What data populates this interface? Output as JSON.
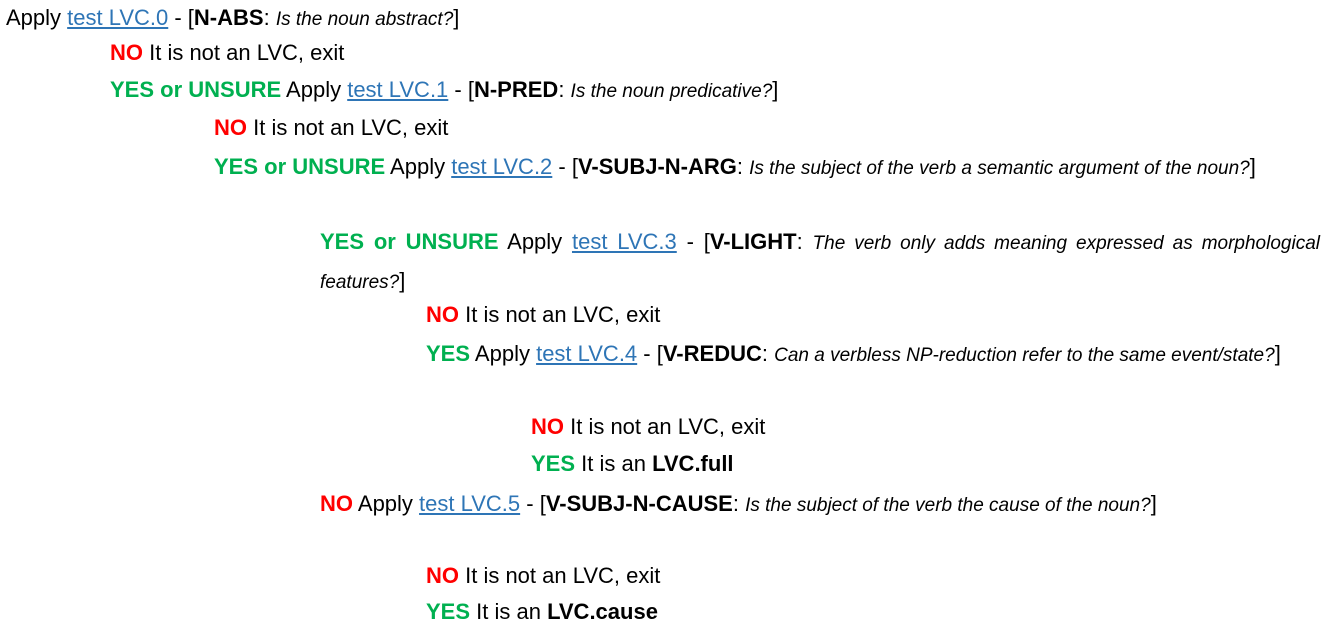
{
  "lines": [
    {
      "id": "l0",
      "parts": [
        {
          "t": "Apply ",
          "c": "plain"
        },
        {
          "t": "test LVC.0",
          "c": "link"
        },
        {
          "t": " - [",
          "c": "plain"
        },
        {
          "t": "N-ABS",
          "c": "b"
        },
        {
          "t": ": ",
          "c": "plain"
        },
        {
          "t": "Is the noun abstract?",
          "c": "q"
        },
        {
          "t": "]",
          "c": "plain"
        }
      ]
    },
    {
      "id": "l1",
      "parts": [
        {
          "t": "NO",
          "c": "no"
        },
        {
          "t": " It is not an LVC, exit",
          "c": "plain"
        }
      ]
    },
    {
      "id": "l2",
      "parts": [
        {
          "t": "YES or UNSURE",
          "c": "yes"
        },
        {
          "t": " Apply ",
          "c": "plain"
        },
        {
          "t": "test LVC.1",
          "c": "link"
        },
        {
          "t": " - [",
          "c": "plain"
        },
        {
          "t": "N-PRED",
          "c": "b"
        },
        {
          "t": ": ",
          "c": "plain"
        },
        {
          "t": "Is the noun predicative?",
          "c": "q"
        },
        {
          "t": "]",
          "c": "plain"
        }
      ]
    },
    {
      "id": "l3",
      "parts": [
        {
          "t": "NO",
          "c": "no"
        },
        {
          "t": " It is not an LVC, exit",
          "c": "plain"
        }
      ]
    },
    {
      "id": "l4",
      "parts": [
        {
          "t": "YES or UNSURE",
          "c": "yes"
        },
        {
          "t": " Apply ",
          "c": "plain"
        },
        {
          "t": "test LVC.2",
          "c": "link"
        },
        {
          "t": " - [",
          "c": "plain"
        },
        {
          "t": "V-SUBJ-N-ARG",
          "c": "b"
        },
        {
          "t": ": ",
          "c": "plain"
        },
        {
          "t": "Is the subject of the verb a semantic argument of the noun?",
          "c": "q"
        },
        {
          "t": "]",
          "c": "plain"
        }
      ]
    },
    {
      "id": "l5",
      "parts": [
        {
          "t": "YES or UNSURE",
          "c": "yes"
        },
        {
          "t": " Apply ",
          "c": "plain"
        },
        {
          "t": "test LVC.3",
          "c": "link"
        },
        {
          "t": " - [",
          "c": "plain"
        },
        {
          "t": "V-LIGHT",
          "c": "b"
        },
        {
          "t": ": ",
          "c": "plain"
        },
        {
          "t": "The verb only adds meaning expressed as morphological features?",
          "c": "q"
        },
        {
          "t": "]",
          "c": "plain"
        }
      ]
    },
    {
      "id": "l6",
      "parts": [
        {
          "t": "NO",
          "c": "no"
        },
        {
          "t": " It is not an LVC, exit",
          "c": "plain"
        }
      ]
    },
    {
      "id": "l7",
      "parts": [
        {
          "t": "YES",
          "c": "yes"
        },
        {
          "t": " Apply ",
          "c": "plain"
        },
        {
          "t": "test LVC.4",
          "c": "link"
        },
        {
          "t": " - [",
          "c": "plain"
        },
        {
          "t": "V-REDUC",
          "c": "b"
        },
        {
          "t": ": ",
          "c": "plain"
        },
        {
          "t": "Can a verbless NP-reduction refer to the same event/state?",
          "c": "q"
        },
        {
          "t": "]",
          "c": "plain"
        }
      ]
    },
    {
      "id": "l8",
      "parts": [
        {
          "t": "NO",
          "c": "no"
        },
        {
          "t": " It is not an LVC, exit",
          "c": "plain"
        }
      ]
    },
    {
      "id": "l9",
      "parts": [
        {
          "t": "YES",
          "c": "yes"
        },
        {
          "t": " It is an ",
          "c": "plain"
        },
        {
          "t": "LVC.full",
          "c": "b"
        }
      ]
    },
    {
      "id": "l10",
      "parts": [
        {
          "t": "NO",
          "c": "no"
        },
        {
          "t": "  Apply ",
          "c": "plain"
        },
        {
          "t": "test  LVC.5",
          "c": "link"
        },
        {
          "t": " -  [",
          "c": "plain"
        },
        {
          "t": "V-SUBJ-N-CAUSE",
          "c": "b"
        },
        {
          "t": ": ",
          "c": "plain"
        },
        {
          "t": "Is the subject of the verb the cause of the noun?",
          "c": "q"
        },
        {
          "t": "]",
          "c": "plain"
        }
      ]
    },
    {
      "id": "l11",
      "parts": [
        {
          "t": "NO",
          "c": "no"
        },
        {
          "t": " It is not an LVC, exit",
          "c": "plain"
        }
      ]
    },
    {
      "id": "l12",
      "parts": [
        {
          "t": "YES",
          "c": "yes"
        },
        {
          "t": " It is an ",
          "c": "plain"
        },
        {
          "t": "LVC.cause",
          "c": "b"
        }
      ]
    }
  ],
  "colors": {
    "no": "#ff0000",
    "yes": "#00b050",
    "link": "#2e75b6"
  }
}
